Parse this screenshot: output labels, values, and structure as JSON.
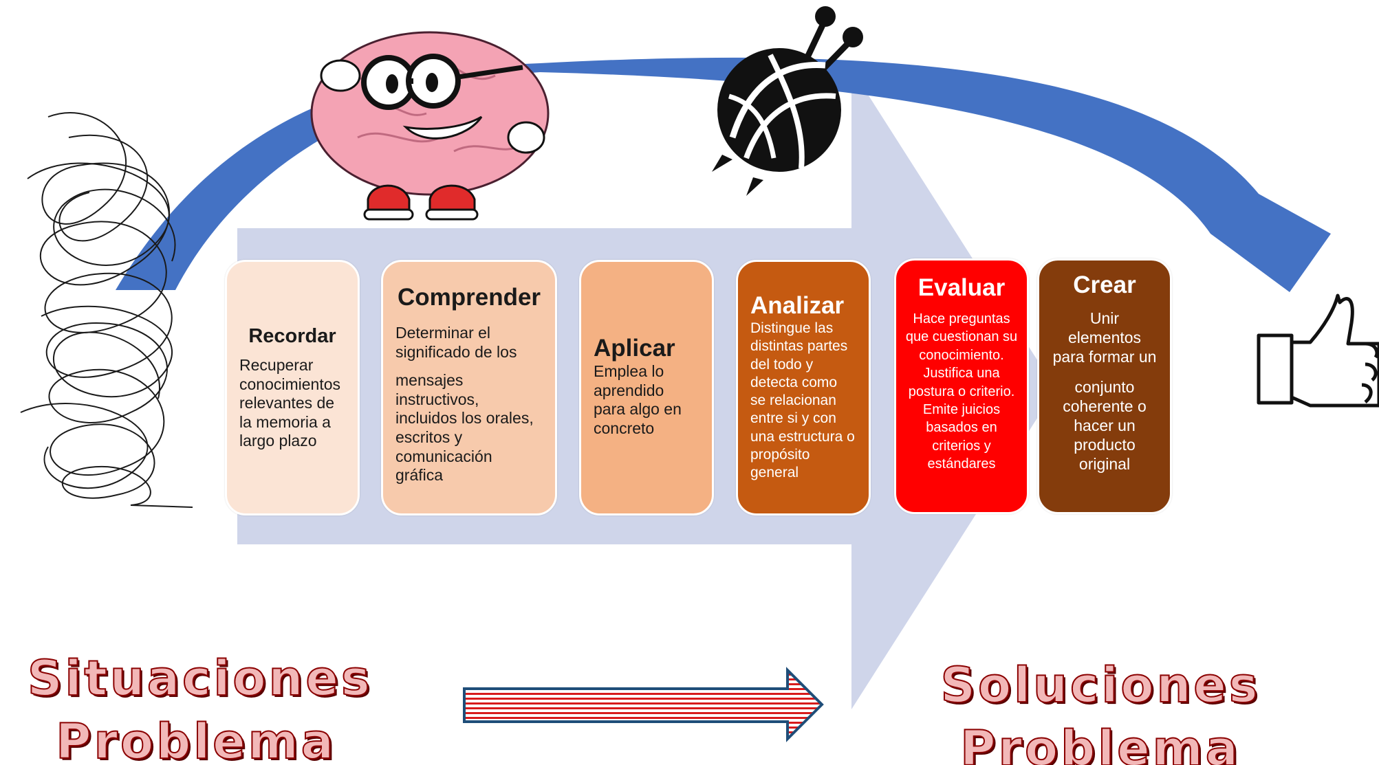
{
  "steps": [
    {
      "title": "Recordar",
      "text": "Recuperar conocimientos relevantes de la memoria a largo plazo"
    },
    {
      "title": "Comprender",
      "text": "Determinar el significado de los",
      "text2": "mensajes instructivos, incluidos los orales, escritos y comunicación gráfica"
    },
    {
      "title": "Aplicar",
      "text": "Emplea lo aprendido para algo en concreto"
    },
    {
      "title": "Analizar",
      "text": "Distingue las distintas partes del todo y detecta como se relacionan entre si y con una estructura o propósito general"
    },
    {
      "title": "Evaluar",
      "text": "Hace preguntas que cuestionan su conocimiento. Justifica una postura o criterio. Emite juicios basados en criterios y estándares"
    },
    {
      "title": "Crear",
      "text": "Unir elementos para formar un",
      "text2": "conjunto coherente o hacer un producto original"
    }
  ],
  "left_label": {
    "line1": "Situaciones",
    "line2": "Problema"
  },
  "right_label": {
    "line1": "Soluciones",
    "line2": "Problema"
  },
  "colors": {
    "big_arrow": "#cfd5ea",
    "curved_arrow": "#4472c4",
    "recordar": "#fbe4d5",
    "comprender": "#f7caac",
    "aplicar": "#f4b183",
    "analizar": "#c55a11",
    "evaluar": "#ff0000",
    "crear": "#843c0c",
    "label_text": "#f2b8b8"
  },
  "icons": [
    "scribble-icon",
    "brain-with-glasses-icon",
    "yarn-ball-with-needles-icon",
    "thumbs-up-icon",
    "striped-right-arrow-icon"
  ]
}
